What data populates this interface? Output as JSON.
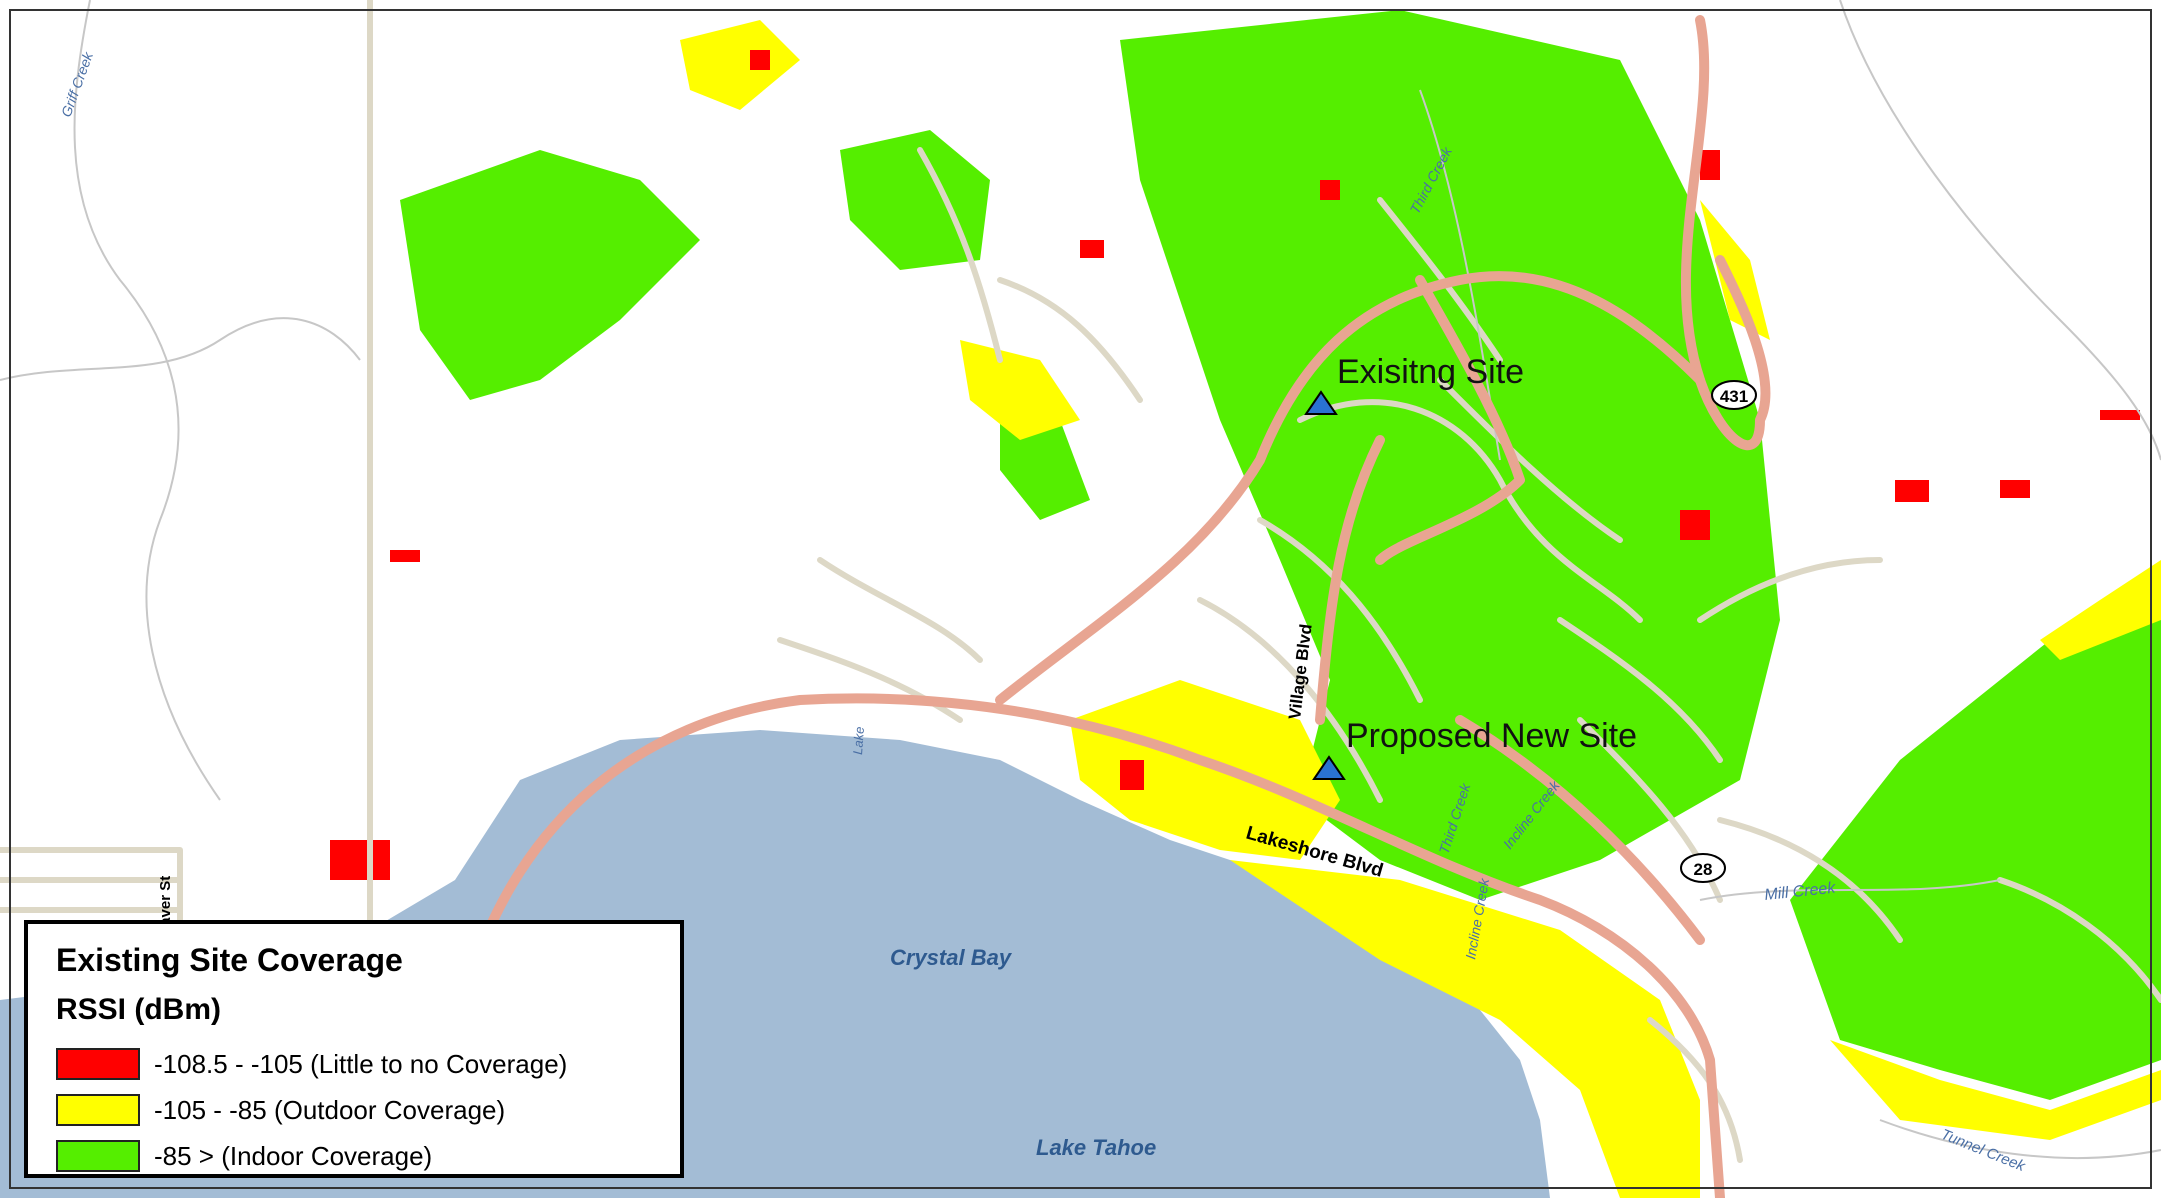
{
  "legend": {
    "title": "Existing Site Coverage",
    "subtitle": "RSSI (dBm)",
    "items": [
      {
        "label": "-108.5 - -105 (Little to no Coverage)",
        "color": "#ff0000"
      },
      {
        "label": "-105 - -85 (Outdoor Coverage)",
        "color": "#ffff00"
      },
      {
        "label": "-85 > (Indoor Coverage)",
        "color": "#55ee00"
      }
    ]
  },
  "sites": {
    "existing": "Exisitng Site",
    "proposed": "Proposed New Site"
  },
  "labels": {
    "water_bay": "Crystal Bay",
    "water_lake": "Lake Tahoe",
    "road_village": "Village Blvd",
    "road_lakeshore": "Lakeshore Blvd",
    "creek_griff": "Griff Creek",
    "creek_third_top": "Third Creek",
    "creek_third": "Third Creek",
    "creek_incline": "Incline Creek",
    "creek_incline2": "Incline Creek",
    "creek_mill": "Mill Creek",
    "creek_tunnel": "Tunnel Creek",
    "street_beaver": "Beaver St",
    "lake_small": "Lake"
  },
  "shields": {
    "route_431": "431",
    "route_28": "28"
  },
  "colors": {
    "water": "#a3bcd5",
    "road_major": "#e8a592",
    "road_minor": "#ddd8c6",
    "red": "#ff0000",
    "yellow": "#ffff00",
    "green": "#55ee00",
    "site_marker": "#2a72d2"
  }
}
